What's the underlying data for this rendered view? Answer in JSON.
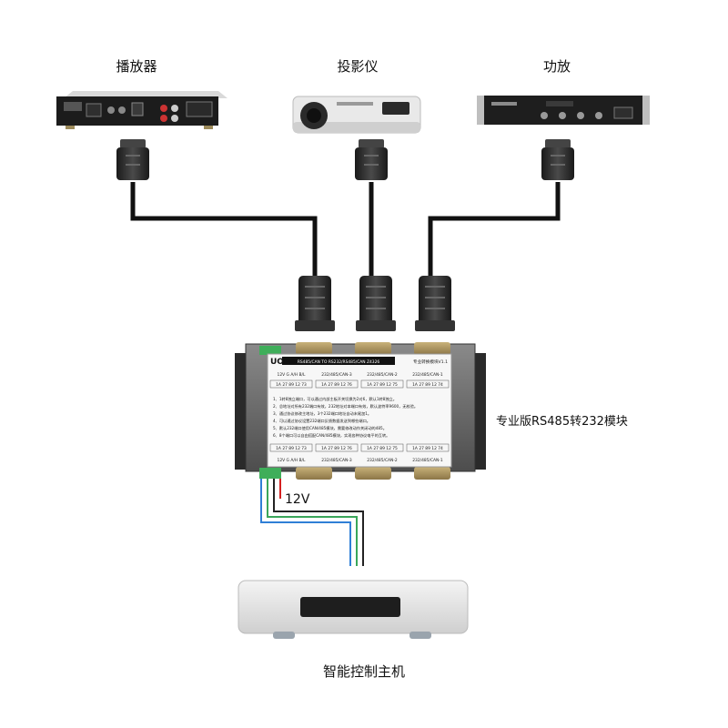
{
  "devices": {
    "player": {
      "label": "播放器"
    },
    "projector": {
      "label": "投影仪"
    },
    "amplifier": {
      "label": "功放"
    },
    "host": {
      "label": "智能控制主机"
    }
  },
  "module": {
    "side_label": "专业版RS485转232模块",
    "brand": "UON",
    "model_title": "RS485/CAN TO RS232/RS485/CAN  Z4326",
    "version": "专业转换模块V1.1",
    "top_ports": [
      "12V G  A/H  B/L",
      "232/485/CAN-3",
      "232/485/CAN-2",
      "232/485/CAN-1"
    ],
    "top_codes": [
      "1A 27 89 12 73",
      "1A 27 89 12 76",
      "1A 27 89 12 75",
      "1A 27 89 12 74"
    ],
    "notes": [
      "1、1转8独立端口，可以通过内部主板开关切换为2对6，默认1转8独立。",
      "2、总地址对所有232端口有效，232地址对本端口有效，默认波特率9600，无校验。",
      "3、通过协议修改主地址，3个232端口地址自动末尾加1。",
      "4、可以通过协议设置232端口反馈数据发送到哪些端口。",
      "5、默认232端口使用CAN/485模块，需要修改动作关闭动的485。",
      "6、8个端口可以自由搭配CAN/485模块，实现各种协议电平的互转。"
    ],
    "bottom_codes": [
      "1A 27 89 12 73",
      "1A 27 89 12 76",
      "1A 27 89 12 75",
      "1A 27 89 12 74"
    ],
    "bottom_ports": [
      "12V G  A/H  B/L",
      "232/485/CAN-3",
      "232/485/CAN-2",
      "232/485/CAN-1"
    ]
  },
  "power_label": "12V",
  "colors": {
    "cable": "#111111",
    "wire_blue": "#2f7fd6",
    "wire_green": "#3aa65a",
    "wire_black": "#222222",
    "wire_red": "#d42020",
    "terminal_green": "#3fae5a"
  }
}
